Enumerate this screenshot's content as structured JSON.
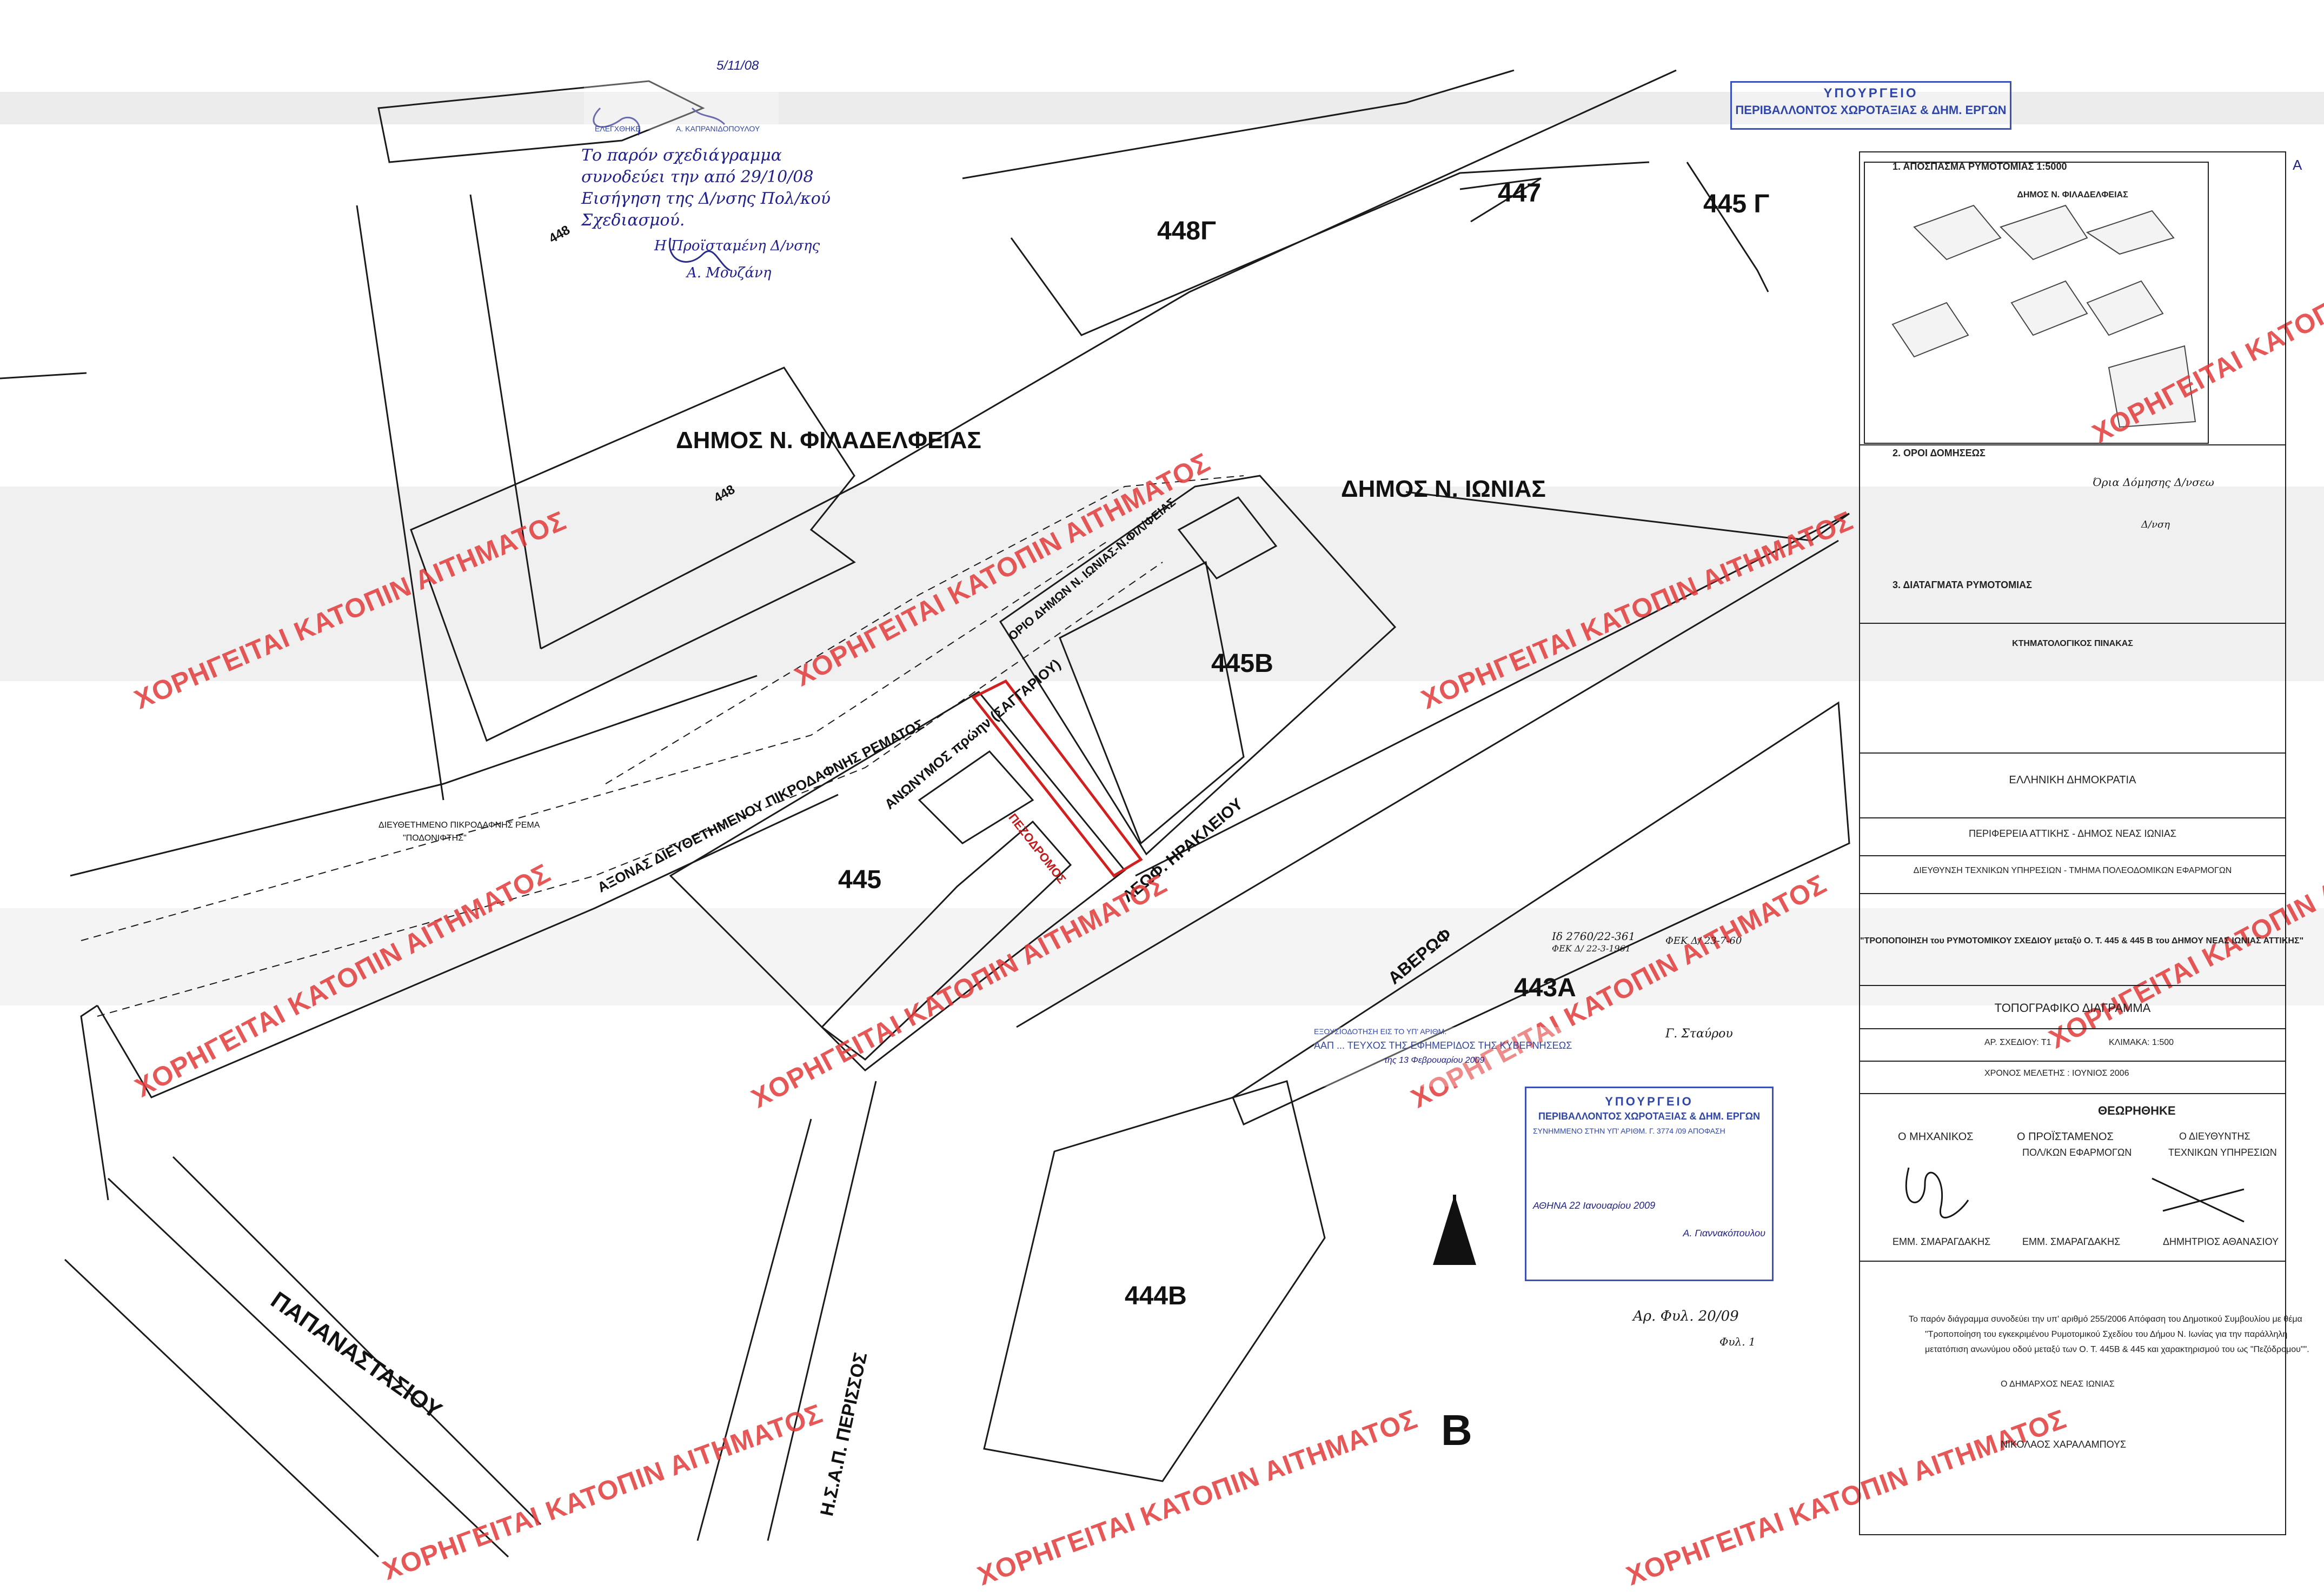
{
  "map": {
    "blocks": {
      "b448_top": "448",
      "b448_mid": "448",
      "b448G": "448Γ",
      "b447": "447",
      "b445G": "445 Γ",
      "b445B": "445Β",
      "b445": "445",
      "b443A": "443Α",
      "b444B": "444Β"
    },
    "municipalities": {
      "filadelfeia": "ΔΗΜΟΣ Ν. ΦΙΛΑΔΕΛΦΕΙΑΣ",
      "ionia": "ΔΗΜΟΣ Ν. ΙΩΝΙΑΣ"
    },
    "streets": {
      "papanastasiou": "ΠΑΠΑΝΑΣΤΑΣΙΟΥ",
      "iraklioy": "ΛΕΩΦ. ΗΡΑΚΛΕΙΟΥ",
      "averof": "ΑΒΕΡΩΦ",
      "isap": "Η.Σ.Α.Π. ΠΕΡΙΣΣΟΣ",
      "anonymos": "ΑΝΩΝΥΜΟΣ πρώην (ΣΑΓΓΑΡΙΟΥ)",
      "axis": "ΑΞΟΝΑΣ ΔΙΕΥΘΕΤΗΜΕΝΟΥ ΠΙΚΡΟΔΑΦΝΗΣ ΡΕΜΑΤΟΣ",
      "orio": "ΟΡΙΟ ΔΗΜΩΝ Ν. ΙΩΝΙΑΣ-Ν.ΦΙΛ/ΦΕΙΑΣ",
      "pezodromos": "ΠΕΖΟΔΡΟΜΟΣ",
      "rema_note_1": "ΔΙΕΥΘΕΤΗΜΕΝΟ ΠΙΚΡΟΔΑΦΝΗΣ ΡΕΜΑ",
      "rema_note_2": "\"ΠΟΔΟΝΙΦΤΗΣ\""
    },
    "north_letter": "B",
    "watermark": "ΧΟΡΗΓΕΙΤΑΙ ΚΑΤΟΠΙΝ ΑΙΤΗΜΑΤΟΣ"
  },
  "stamps": {
    "ministry_top": {
      "line1": "ΥΠΟΥΡΓΕΙΟ",
      "line2": "ΠΕΡΙΒΑΛΛΟΝΤΟΣ ΧΩΡΟΤΑΞΙΑΣ & ΔΗΜ. ΕΡΓΩΝ"
    },
    "ministry_bottom": {
      "line1": "ΥΠΟΥΡΓΕΙΟ",
      "line2": "ΠΕΡΙΒΑΛΛΟΝΤΟΣ ΧΩΡΟΤΑΞΙΑΣ & ΔΗΜ. ΕΡΓΩΝ",
      "line3": "ΣΥΝΗΜΜΕΝΟ ΣΤΗΝ ΥΠ' ΑΡΙΘΜ. Γ. 3774 /09 ΑΠΟΦΑΣΗ",
      "line4": "ΑΘΗΝΑ 22 Ιανουαρίου 2009",
      "line5": "Α. Γιαννακόπουλου"
    },
    "top_left": {
      "date": "5/11/08",
      "sign_left": "ΕΛΕΓΧΘΗΚΕ",
      "sign_right": "Α. ΚΑΠΡΑΝΙΔΟΠΟΥΛΟΥ"
    },
    "eksousio": {
      "line1": "ΕΞΟΥΣΙΟΔΟΤΗΣΗ ΕΙΣ ΤΟ ΥΠ' ΑΡΙΘΜ.",
      "line2": "ΑΑΠ ... ΤΕΥΧΟΣ ΤΗΣ ΕΦΗΜΕΡΙΔΟΣ ΤΗΣ ΚΥΒΕΡΝΗΣΕΩΣ",
      "line3": "της 13 Φεβρουαρίου 2009"
    }
  },
  "handwriting": {
    "note_lines": [
      "Το παρόν σχεδιάγραμμα",
      "συνοδεύει την από 29/10/08",
      "Εισήγηση της Δ/νσης Πολ/κού",
      "Σχεδιασμού."
    ],
    "note_sig1": "Η Προϊσταμένη Δ/νσης",
    "note_sig2": "Α. Μουζάνη",
    "right_note1": "Όρια Δόμησης Δ/νσεω",
    "right_note2": "Δ/νση",
    "stamp_note1": "Ιδ 2760/22-361",
    "stamp_note2": "ΦΕΚ Δ/ 22-3-1961",
    "stamp_note3": "Γ. Σταύρου",
    "archive1": "Αρ. Φυλ. 20/09",
    "archive2": "Φυλ. 1",
    "gadget": "ΦΕΚ Δ/ 23-7-60"
  },
  "title_block": {
    "sec1_title": "1. ΑΠΟΣΠΑΣΜΑ ΡΥΜΟΤΟΜΙΑΣ 1:5000",
    "sec1_sub": "ΔΗΜΟΣ Ν. ΦΙΛΑΔΕΛΦΕΙΑΣ",
    "sec2_title": "2. ΟΡΟΙ ΔΟΜΗΣΕΩΣ",
    "sec3_title": "3. ΔΙΑΤΑΓΜΑΤΑ ΡΥΜΟΤΟΜΙΑΣ",
    "sec4_title": "ΚΤΗΜΑΤΟΛΟΓΙΚΟΣ ΠΙΝΑΚΑΣ",
    "republic": "ΕΛΛΗΝΙΚΗ ΔΗΜΟΚΡΑΤΙΑ",
    "region": "ΠΕΡΙΦΕΡΕΙΑ ΑΤΤΙΚΗΣ  -  ΔΗΜΟΣ ΝΕΑΣ ΙΩΝΙΑΣ",
    "directorate": "ΔΙΕΥΘΥΝΣΗ ΤΕΧΝΙΚΩΝ ΥΠΗΡΕΣΙΩΝ  -  ΤΜΗΜΑ ΠΟΛΕΟΔΟΜΙΚΩΝ ΕΦΑΡΜΟΓΩΝ",
    "project": "\"ΤΡΟΠΟΠΟΙΗΣΗ του ΡΥΜΟΤΟΜΙΚΟΥ ΣΧΕΔΙΟΥ μεταξύ  Ο. Τ. 445 & 445 Β  του ΔΗΜΟΥ ΝΕΑΣ ΙΩΝΙΑΣ ΑΤΤΙΚΗΣ\"",
    "drawing_type": "ΤΟΠΟΓΡΑΦΙΚΟ ΔΙΑΓΡΑΜΜΑ",
    "drawing_no": "ΑΡ. ΣΧΕΔΙΟΥ: Τ1",
    "scale": "ΚΛΙΜΑΚΑ: 1:500",
    "study_time": "ΧΡΟΝΟΣ ΜΕΛΕΤΗΣ : ΙΟΥΝΙΟΣ 2006",
    "checked": "ΘΕΩΡΗΘΗΚΕ",
    "engineer_role": "Ο ΜΗΧΑΝΙΚΟΣ",
    "head_role_1": "Ο ΠΡΟΪΣΤΑΜΕΝΟΣ",
    "head_role_2": "ΠΟΛ/ΚΩΝ ΕΦΑΡΜΟΓΩΝ",
    "director_role_1": "Ο ΔΙΕΥΘΥΝΤΗΣ",
    "director_role_2": "ΤΕΧΝΙΚΩΝ ΥΠΗΡΕΣΙΩΝ",
    "engineer_name": "ΕΜΜ. ΣΜΑΡΑΓΔΑΚΗΣ",
    "head_name": "ΕΜΜ. ΣΜΑΡΑΓΔΑΚΗΣ",
    "director_name": "ΔΗΜΗΤΡΙΟΣ ΑΘΑΝΑΣΙΟΥ",
    "council_1": "Το παρόν διάγραμμα συνοδεύει την υπ' αριθμό 255/2006 Απόφαση του Δημοτικού Συμβουλίου με θέμα",
    "council_2": "\"Τροποποίηση του εγκεκριμένου Ρυμοτομικού Σχεδίου του Δήμου Ν. Ιωνίας για την παράλληλη",
    "council_3": "μετατόπιση ανωνύμου οδού μεταξύ των Ο. Τ. 445Β & 445 και χαρακτηρισμού του ως \"Πεζόδρομου\"\".",
    "mayor_org": "Ο ΔΗΜΑΡΧΟΣ ΝΕΑΣ ΙΩΝΙΑΣ",
    "mayor_name": "ΝΙΚΟΛΑΟΣ ΧΑΡΑΛΑΜΠΟΥΣ",
    "page_mark": "Α"
  }
}
